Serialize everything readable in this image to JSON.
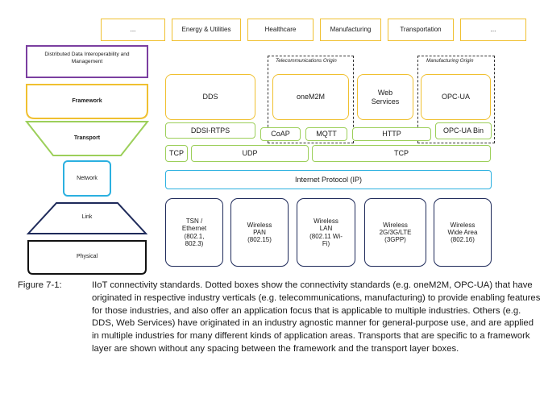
{
  "verticals": [
    "...",
    "Energy & Utilities",
    "Healthcare",
    "Manufacturing",
    "Transportation",
    "..."
  ],
  "stack": {
    "distributed_data": "Distributed Data Interoperability and Management",
    "framework": "Framework",
    "transport": "Transport",
    "network": "Network",
    "link": "Link",
    "physical": "Physical"
  },
  "origins": {
    "telecom": "Telecommunications Origin",
    "manufacturing": "Manufacturing Origin"
  },
  "frameworks": {
    "dds": "DDS",
    "onem2m": "oneM2M",
    "web_services": "Web Services",
    "opc_ua": "OPC-UA"
  },
  "transports": {
    "ddsi_rtps": "DDSI-RTPS",
    "coap": "CoAP",
    "mqtt": "MQTT",
    "http": "HTTP",
    "opc_ua_bin": "OPC-UA Bin",
    "tcp_left": "TCP",
    "udp": "UDP",
    "tcp_right": "TCP"
  },
  "network": {
    "ip": "Internet Protocol (IP)"
  },
  "link_physical": [
    {
      "title": "TSN / Ethernet",
      "detail": "(802.1, 802.3)"
    },
    {
      "title": "Wireless PAN",
      "detail": "(802.15)"
    },
    {
      "title": "Wireless LAN",
      "detail": "(802.11 Wi-Fi)"
    },
    {
      "title": "Wireless 2G/3G/LTE",
      "detail": "(3GPP)"
    },
    {
      "title": "Wireless Wide Area",
      "detail": "(802.16)"
    }
  ],
  "caption": {
    "number": "Figure 7-1:",
    "text": "IIoT connectivity standards. Dotted boxes show the connectivity standards (e.g. oneM2M, OPC-UA) that have originated in respective industry verticals (e.g. telecommunications, manufacturing) to provide enabling features for those industries, and also offer an application focus that is applicable to multiple industries. Others (e.g. DDS, Web Services) have originated in an industry agnostic manner for general-purpose use, and are applied in multiple industries for many different kinds of application areas. Transports that are specific to a framework layer are shown without any spacing between the framework and the transport layer boxes."
  },
  "colors": {
    "framework_yellow": "#f0c030",
    "transport_green": "#9ccf5a",
    "network_blue": "#2bb0e0",
    "physical_navy": "#1e2a5a",
    "data_purple": "#7b3fa0"
  }
}
